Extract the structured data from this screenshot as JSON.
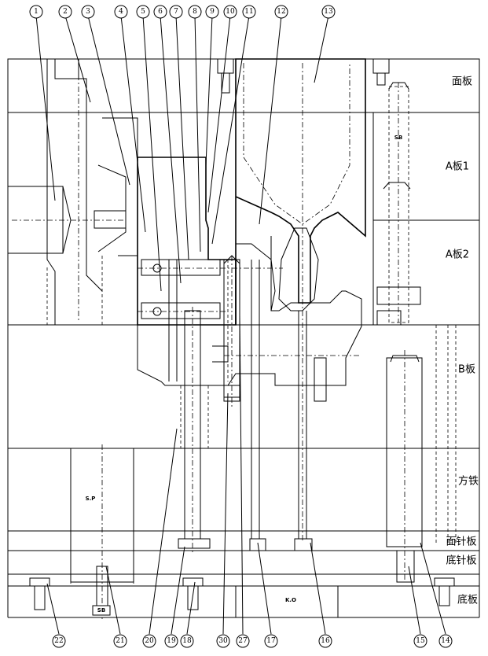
{
  "plates": [
    {
      "id": "face-plate",
      "label": "面板"
    },
    {
      "id": "a-plate-1",
      "label": "A板1"
    },
    {
      "id": "a-plate-2",
      "label": "A板2"
    },
    {
      "id": "b-plate",
      "label": "B板"
    },
    {
      "id": "spacer-block",
      "label": "方铁"
    },
    {
      "id": "ejector-retainer",
      "label": "面针板"
    },
    {
      "id": "ejector-plate",
      "label": "底针板"
    },
    {
      "id": "bottom-plate",
      "label": "底板"
    }
  ],
  "callouts_top": [
    "1",
    "2",
    "3",
    "4",
    "5",
    "6",
    "7",
    "8",
    "9",
    "10",
    "11",
    "12",
    "13"
  ],
  "callouts_bottom": [
    "22",
    "21",
    "20",
    "19",
    "18",
    "30",
    "27",
    "17",
    "16",
    "15",
    "14"
  ],
  "inline_labels": {
    "sp": "S.P",
    "sb_bottom": "SB",
    "sb_right": "SB",
    "ko": "K.O"
  }
}
